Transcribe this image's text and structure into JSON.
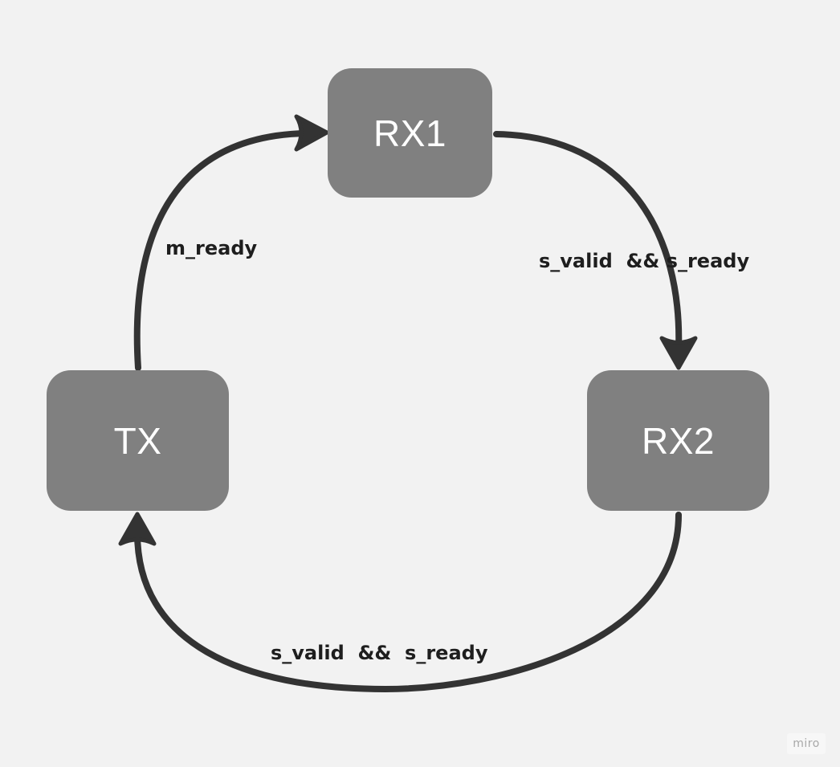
{
  "nodes": {
    "rx1": "RX1",
    "tx": "TX",
    "rx2": "RX2"
  },
  "edges": {
    "tx_to_rx1": "m_ready",
    "rx1_to_rx2": "s_valid  && s_ready",
    "rx2_to_tx": "s_valid  &&  s_ready"
  },
  "watermark": "miro",
  "colors": {
    "background": "#f2f2f2",
    "node_fill": "#808080",
    "node_text": "#ffffff",
    "edge": "#333333",
    "label_text": "#1e1e1e"
  }
}
